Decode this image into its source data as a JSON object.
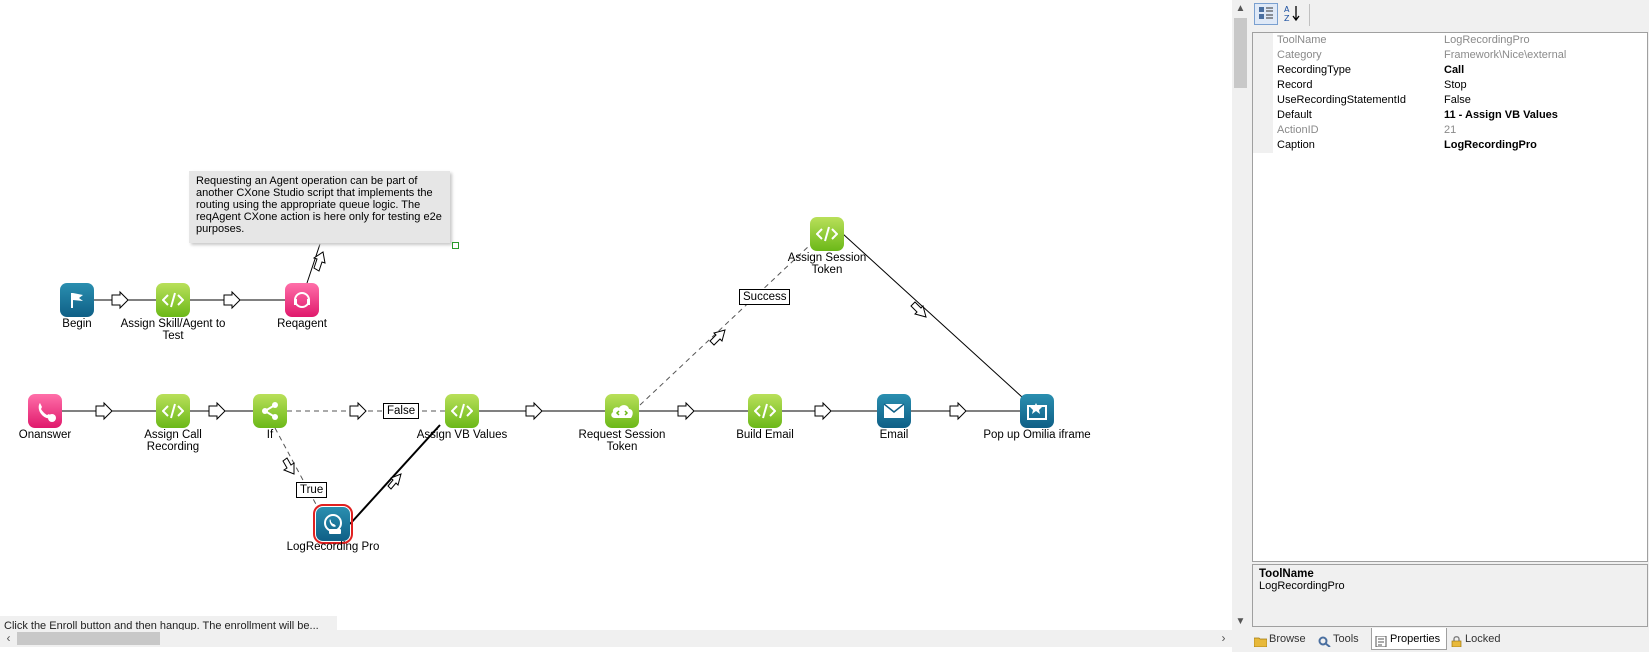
{
  "canvas": {
    "note_text": "Requesting an Agent operation can be part of another CXone Studio script that implements the routing using the appropriate queue logic. The reqAgent CXone action is here only for testing e2e purposes.",
    "status_text": "Click the Enroll button and then hangup. The enrollment will be...",
    "nodes": [
      {
        "label": "Begin",
        "icon": "flag-icon",
        "color": "#1a7aa0"
      },
      {
        "label": "Assign Skill/Agent to Test",
        "icon": "code-icon",
        "color": "#7cc425"
      },
      {
        "label": "Reqagent",
        "icon": "headset-icon",
        "color": "#e8327a"
      },
      {
        "label": "Onanswer",
        "icon": "phone-icon",
        "color": "#e8327a"
      },
      {
        "label": "Assign Call Recording",
        "icon": "code-icon",
        "color": "#7cc425"
      },
      {
        "label": "If",
        "icon": "branch-icon",
        "color": "#7cc425"
      },
      {
        "label": "Assign VB Values",
        "icon": "code-icon",
        "color": "#7cc425"
      },
      {
        "label": "LogRecording Pro",
        "icon": "recording-icon",
        "color": "#1a7aa0"
      },
      {
        "label": "Request Session Token",
        "icon": "cloud-code-icon",
        "color": "#7cc425"
      },
      {
        "label": "Assign Session Token",
        "icon": "code-icon",
        "color": "#7cc425"
      },
      {
        "label": "Build Email",
        "icon": "code-icon",
        "color": "#7cc425"
      },
      {
        "label": "Email",
        "icon": "envelope-icon",
        "color": "#1a7aa0"
      },
      {
        "label": "Pop up Omilia iframe",
        "icon": "popup-icon",
        "color": "#1a7aa0"
      }
    ],
    "branch_labels": {
      "false_label": "False",
      "true_label": "True",
      "success_label": "Success"
    }
  },
  "properties": {
    "rows": [
      {
        "name": "ToolName",
        "value": "LogRecordingPro",
        "readonly": true,
        "bold": false
      },
      {
        "name": "Category",
        "value": "Framework\\Nice\\external",
        "readonly": true,
        "bold": false
      },
      {
        "name": "RecordingType",
        "value": "Call",
        "readonly": false,
        "bold": true
      },
      {
        "name": "Record",
        "value": "Stop",
        "readonly": false,
        "bold": false
      },
      {
        "name": "UseRecordingStatementId",
        "value": "False",
        "readonly": false,
        "bold": false
      },
      {
        "name": "Default",
        "value": "11 - Assign VB Values",
        "readonly": false,
        "bold": true
      },
      {
        "name": "ActionID",
        "value": "21",
        "readonly": true,
        "bold": false
      },
      {
        "name": "Caption",
        "value": "LogRecordingPro",
        "readonly": false,
        "bold": true
      }
    ],
    "description_title": "ToolName",
    "description_text": "LogRecordingPro"
  },
  "tabs": [
    {
      "label": "Browse",
      "icon": "folder-icon",
      "active": false
    },
    {
      "label": "Tools",
      "icon": "tools-icon",
      "active": false
    },
    {
      "label": "Properties",
      "icon": "properties-icon",
      "active": true
    },
    {
      "label": "Locked",
      "icon": "lock-icon",
      "active": false
    }
  ],
  "colors": {
    "green": "#7cc425",
    "blue": "#1a7aa0",
    "pink": "#e8327a",
    "selection": "#e02020"
  }
}
